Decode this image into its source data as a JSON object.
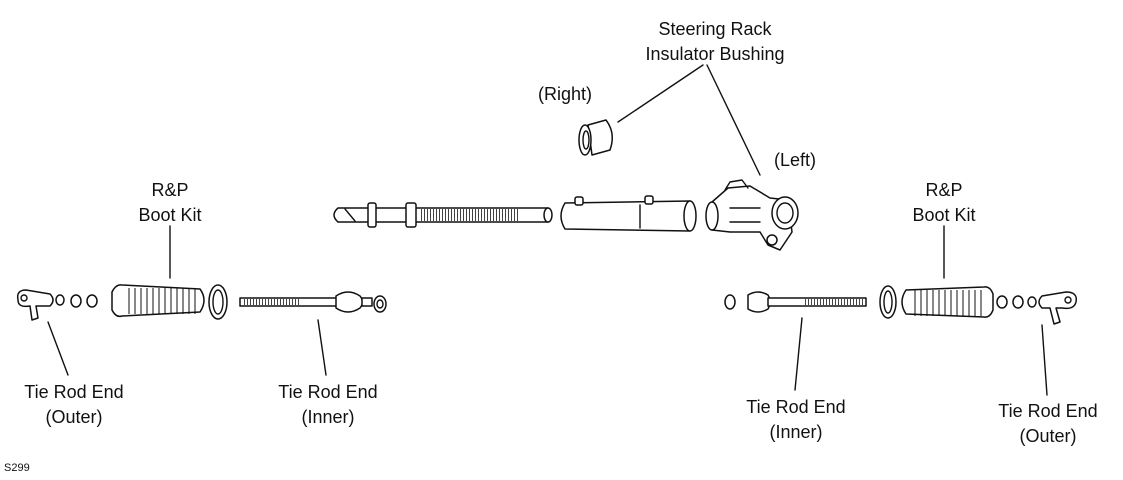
{
  "labels": {
    "insulator_bushing_line1": "Steering Rack",
    "insulator_bushing_line2": "Insulator Bushing",
    "right": "(Right)",
    "left": "(Left)",
    "boot_kit_left_line1": "R&P",
    "boot_kit_left_line2": "Boot Kit",
    "boot_kit_right_line1": "R&P",
    "boot_kit_right_line2": "Boot Kit",
    "outer_left_line1": "Tie Rod End",
    "outer_left_line2": "(Outer)",
    "inner_left_line1": "Tie Rod End",
    "inner_left_line2": "(Inner)",
    "inner_right_line1": "Tie Rod End",
    "inner_right_line2": "(Inner)",
    "outer_right_line1": "Tie Rod End",
    "outer_right_line2": "(Outer)"
  },
  "figure_code": "S299"
}
